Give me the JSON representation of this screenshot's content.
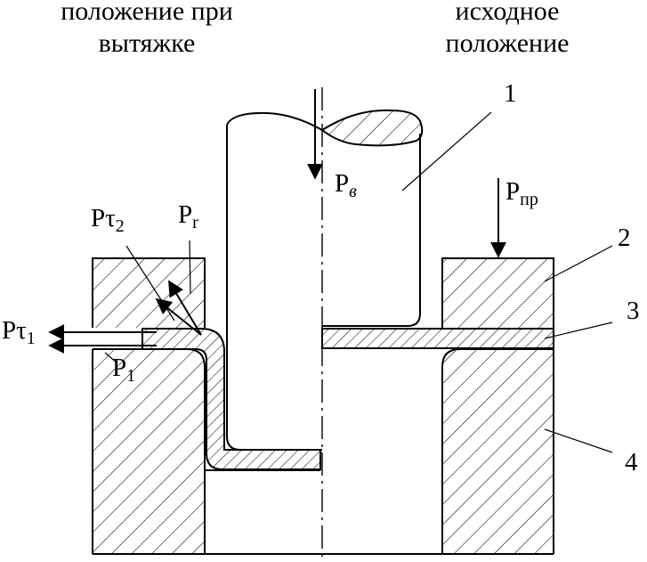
{
  "header": {
    "left_line1": "положение при",
    "left_line2": "вытяжке",
    "right_line1": "исходное",
    "right_line2": "положение"
  },
  "labels": {
    "part1": "1",
    "part2": "2",
    "part3": "3",
    "part4": "4"
  },
  "forces": {
    "punch_force": {
      "main": "P",
      "sub": "в"
    },
    "holder_force": {
      "main": "P",
      "sub": "пр"
    },
    "tau2": {
      "main": "Pτ",
      "sub": "2"
    },
    "radial": {
      "main": "P",
      "sub": "r"
    },
    "tau1": {
      "main": "Pτ",
      "sub": "1"
    },
    "p1": {
      "main": "P",
      "sub": "1"
    }
  }
}
